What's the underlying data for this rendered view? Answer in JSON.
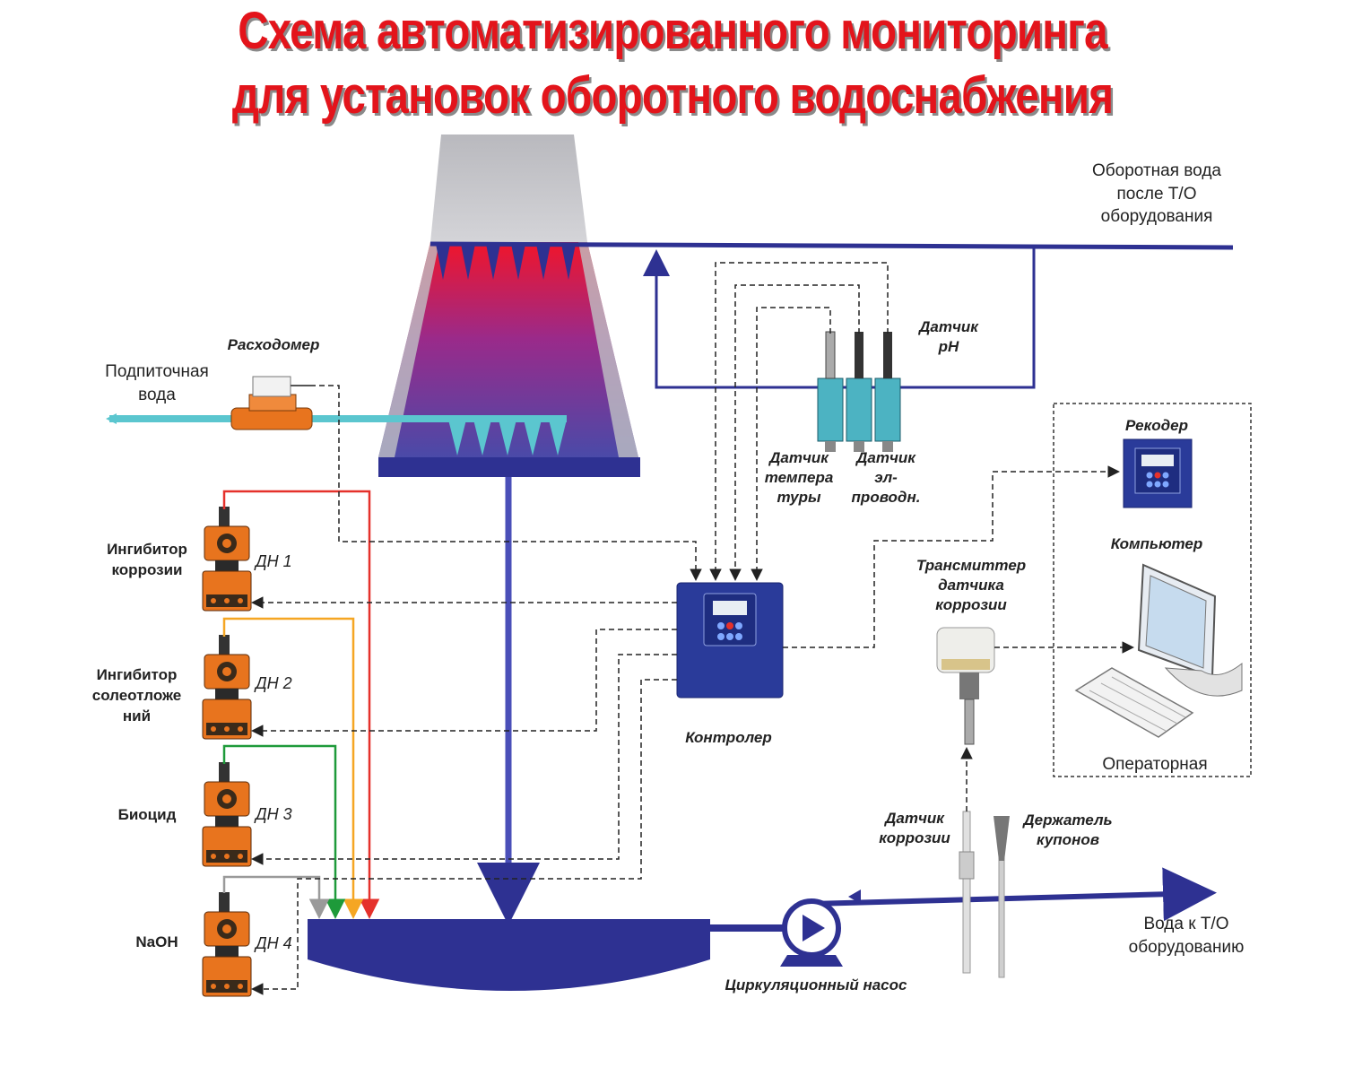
{
  "title": {
    "line1": "Схема автоматизированного мониторинга",
    "line2": "для установок оборотного водоснабжения"
  },
  "labels": {
    "return_water": "Оборотная вода после Т/О оборудования",
    "makeup_water": "Подпиточная вода",
    "flowmeter": "Расходомер",
    "ph_sensor": "Датчик рН",
    "temp_sensor": "Датчик темпера туры",
    "cond_sensor": "Датчик эл- проводн.",
    "recorder": "Рекодер",
    "computer": "Компьютер",
    "transmitter": "Трансмиттер датчика коррозии",
    "controller": "Контролер",
    "operator_room": "Операторная",
    "corrosion_sensor": "Датчик коррозии",
    "coupon_holder": "Держатель купонов",
    "circ_pump": "Циркуляционный насос",
    "water_to_equipment": "Вода к Т/О оборудованию"
  },
  "pumps": [
    {
      "name": "Ингибитор коррозии",
      "tag": "ДН 1",
      "line_color": "#e5312b"
    },
    {
      "name": "Ингибитор солеотложе ний",
      "tag": "ДН 2",
      "line_color": "#f5a623"
    },
    {
      "name": "Биоцид",
      "tag": "ДН 3",
      "line_color": "#1e9a3a"
    },
    {
      "name": "NaOH",
      "tag": "ДН 4",
      "line_color": "#9a9a9a"
    }
  ],
  "colors": {
    "pipe_blue": "#2e3192",
    "makeup_pipe": "#5bc6cf",
    "title_red": "#e3141b",
    "pump_orange": "#e8741e",
    "controller_blue": "#2a3b9a"
  }
}
